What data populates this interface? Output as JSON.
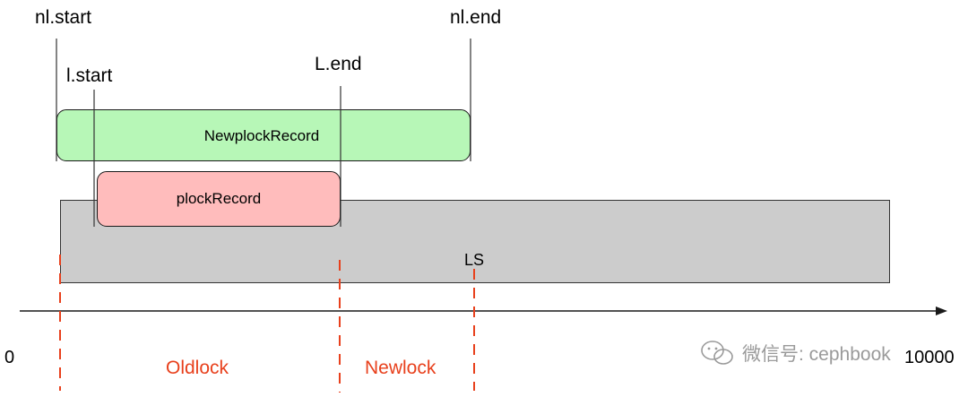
{
  "labels": {
    "nl_start": "nl.start",
    "nl_end": "nl.end",
    "l_start": "l.start",
    "l_end": "L.end"
  },
  "boxes": {
    "new_record": "NewplockRecord",
    "old_record": "plockRecord",
    "ls": "LS"
  },
  "axis": {
    "min": "0",
    "max": "10000"
  },
  "regions": {
    "old": "Oldlock",
    "new": "Newlock"
  },
  "watermark": {
    "text": "微信号: cephbook"
  },
  "colors": {
    "new_record_fill": "#b7f7b7",
    "old_record_fill": "#ffbcbc",
    "ls_fill": "#cccccc",
    "region_red": "#e8401c"
  }
}
